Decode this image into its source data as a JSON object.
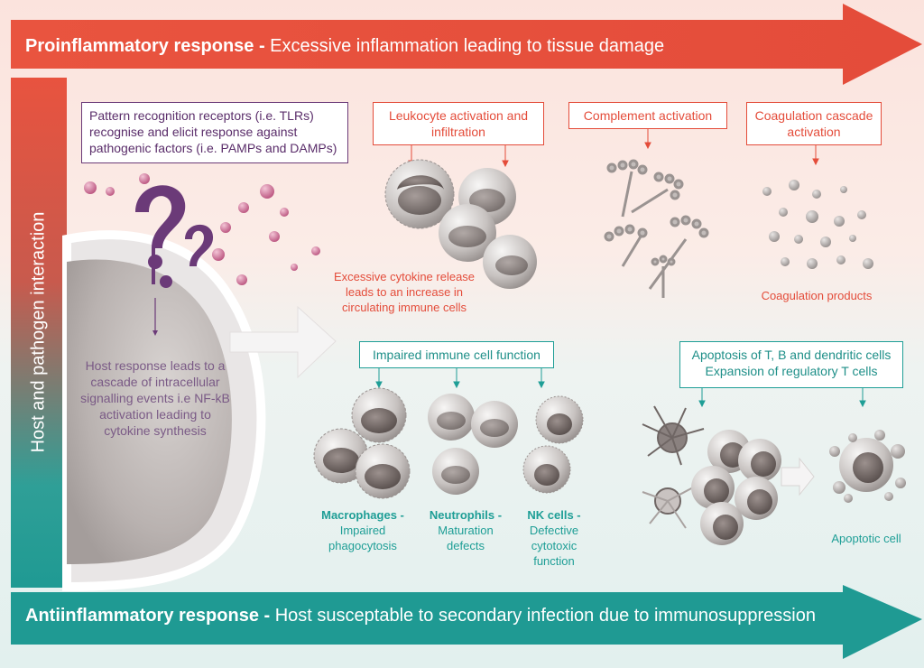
{
  "top_arrow": {
    "bold": "Proinflammatory response -",
    "rest": " Excessive inflammation leading to tissue damage",
    "color": "#e8533f"
  },
  "bottom_arrow": {
    "bold": "Antiinflammatory response -",
    "rest": " Host susceptable to secondary infection due to immunosuppression",
    "color": "#1f9a93"
  },
  "side_label": "Host and pathogen interaction",
  "prr_box": "Pattern recognition receptors (i.e. TLRs) recognise and elicit response against pathogenic factors (i.e. PAMPs and DAMPs)",
  "host_response": "Host response leads to a cascade of intracellular signalling events i.e NF-kB activation leading to cytokine synthesis",
  "leukocyte_box": "Leukocyte activation and infiltration",
  "complement_box": "Complement activation",
  "coagulation_box": "Coagulation cascade activation",
  "cytokine_text": "Excessive cytokine release leads to an increase in circulating immune cells",
  "coag_products": "Coagulation products",
  "impaired_box": "Impaired immune cell function",
  "apoptosis_box": {
    "line1": "Apoptosis of T, B and dendritic cells",
    "line2": "Expansion of regulatory T cells"
  },
  "macrophages": {
    "name": "Macrophages -",
    "desc": "Impaired phagocytosis"
  },
  "neutrophils": {
    "name": "Neutrophils -",
    "desc": "Maturation defects"
  },
  "nk_cells": {
    "name": "NK cells -",
    "desc": "Defective cytotoxic function"
  },
  "apoptotic_cell": "Apoptotic cell"
}
